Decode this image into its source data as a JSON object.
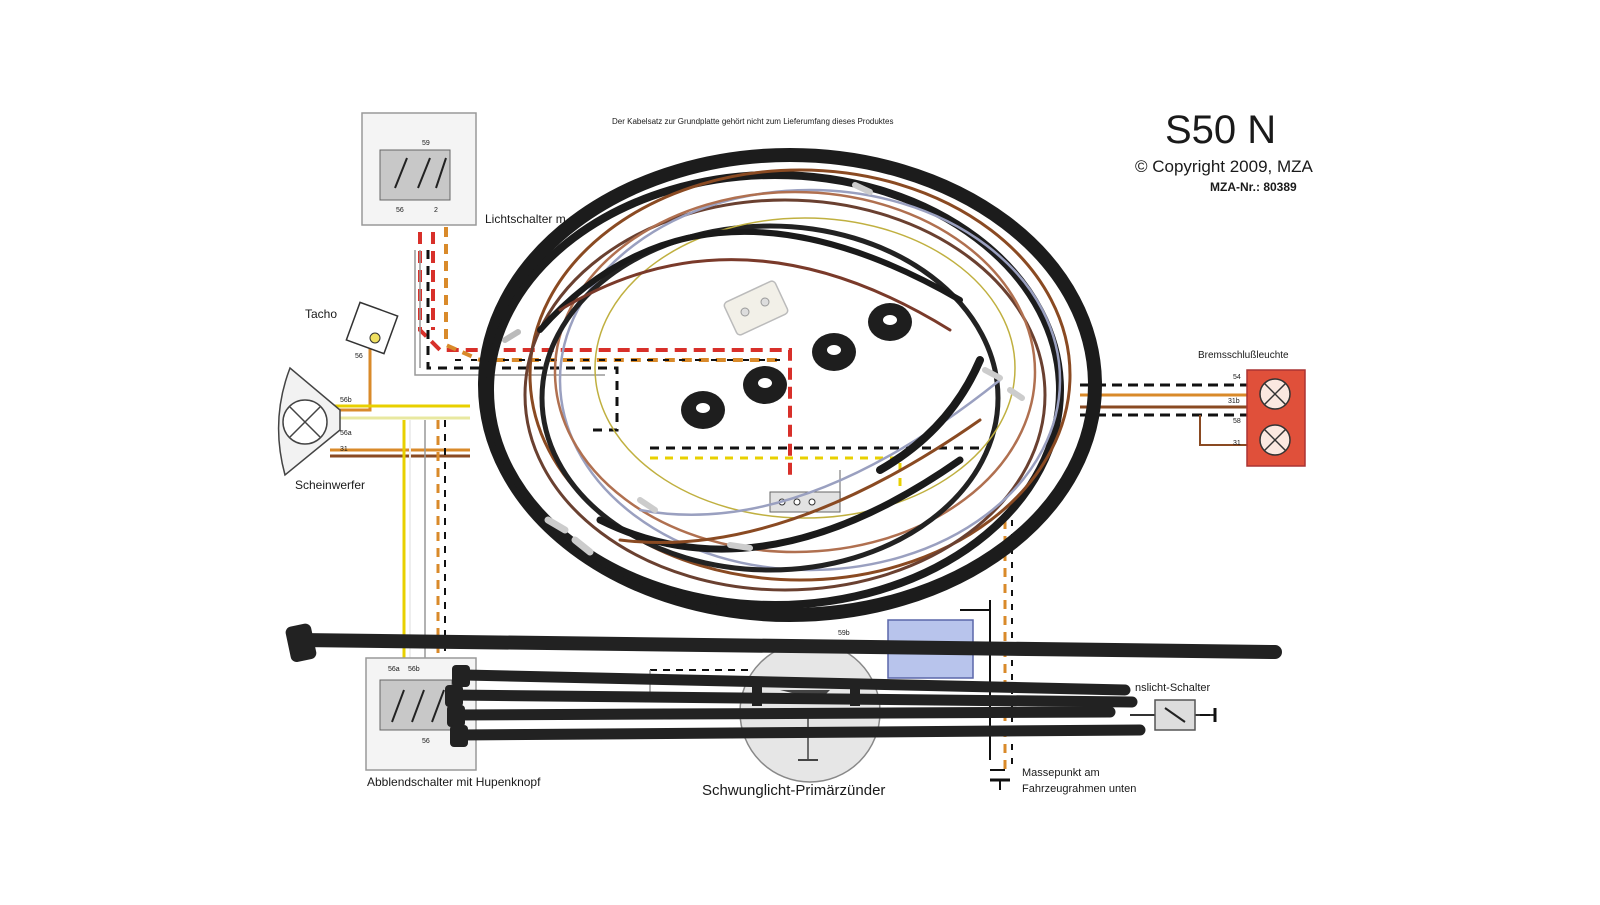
{
  "header": {
    "title": "S50 N",
    "copyright": "© Copyright 2009, MZA",
    "part_number": "MZA-Nr.: 80389",
    "note": "Der Kabelsatz zur Grundplatte gehört nicht zum Lieferumfang dieses Produktes"
  },
  "components": {
    "light_switch": "Lichtschalter m",
    "tacho": "Tacho",
    "headlight": "Scheinwerfer",
    "brake_light": "Bremsschlußleuchte",
    "dimmer_switch": "Abblendschalter mit Hupenknopf",
    "ignition": "Schwunglicht-Primärzünder",
    "brake_switch": "nslicht-Schalter",
    "ground_point_line1": "Massepunkt am",
    "ground_point_line2": "Fahrzeugrahmen unten"
  },
  "terminals": {
    "t59": "59",
    "t56": "56",
    "t2": "2",
    "t56_tacho": "56",
    "t56b": "56b",
    "t56a": "56a",
    "t31": "31",
    "t54": "54",
    "t31b": "31b",
    "t58": "58",
    "t31_brake": "31",
    "t56a_dim": "56a",
    "t56b_dim": "56b",
    "t56_dim": "56",
    "t59b": "59b"
  },
  "colors": {
    "cable": "#1c1c1c",
    "wire_red": "#d8302a",
    "wire_brown": "#8a4a22",
    "wire_yellow": "#e8d000",
    "wire_orange": "#d98a2a",
    "brake_light_box": "#e0503a",
    "battery_box": "#b8c4ec"
  }
}
